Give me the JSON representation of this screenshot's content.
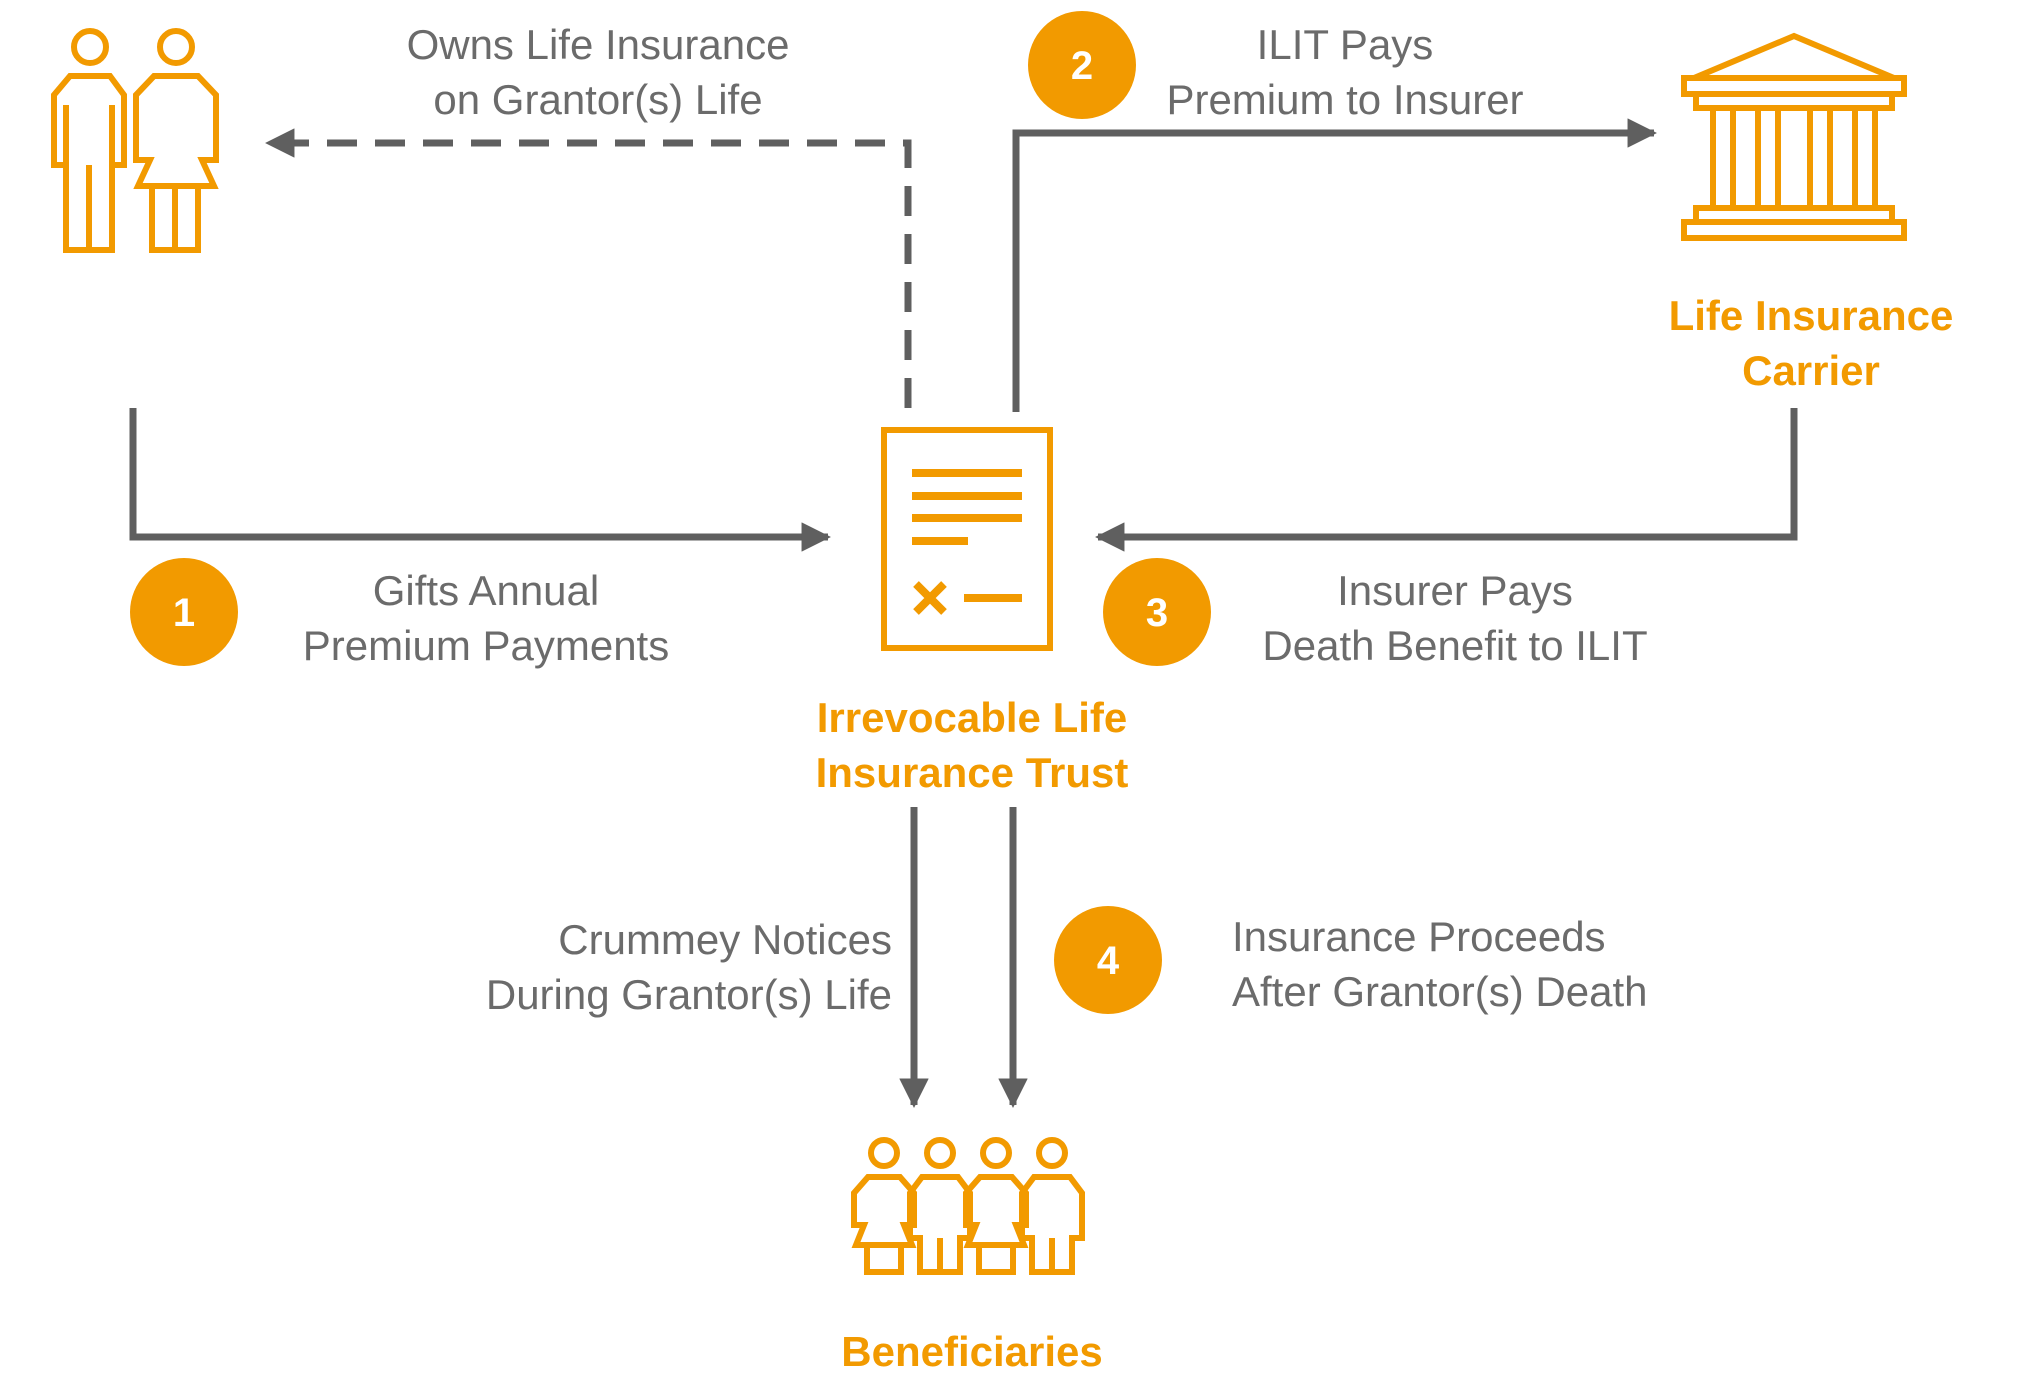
{
  "colors": {
    "accent": "#f29a00",
    "line": "#5f5f5f",
    "text": "#6b6b6b",
    "badge_text": "#ffffff"
  },
  "nodes": {
    "grantors": {
      "icon": "couple-icon",
      "label": ""
    },
    "carrier": {
      "icon": "bank-building-icon",
      "label_line1": "Life Insurance",
      "label_line2": "Carrier"
    },
    "trust": {
      "icon": "trust-document-icon",
      "label_line1": "Irrevocable Life",
      "label_line2": "Insurance Trust"
    },
    "beneficiaries": {
      "icon": "family-group-icon",
      "label": "Beneficiaries"
    }
  },
  "flows": {
    "owns": {
      "line1": "Owns Life Insurance",
      "line2": "on Grantor(s) Life"
    },
    "step1": {
      "number": "1",
      "line1": "Gifts Annual",
      "line2": "Premium Payments"
    },
    "step2": {
      "number": "2",
      "line1": "ILIT Pays",
      "line2": "Premium to Insurer"
    },
    "step3": {
      "number": "3",
      "line1": "Insurer Pays",
      "line2": "Death Benefit to ILIT"
    },
    "notices": {
      "line1": "Crummey Notices",
      "line2": "During Grantor(s) Life"
    },
    "step4": {
      "number": "4",
      "line1": "Insurance Proceeds",
      "line2": "After Grantor(s) Death"
    }
  }
}
